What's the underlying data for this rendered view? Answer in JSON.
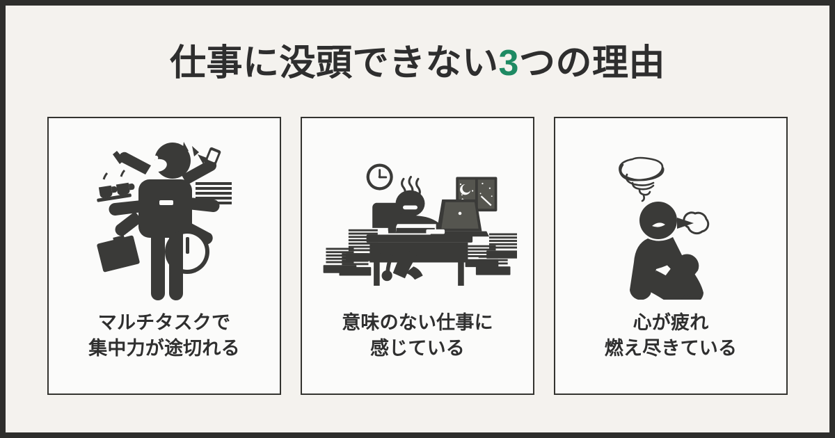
{
  "frame": {
    "border_color": "#2e2e2c",
    "background_color": "#f4f2ee"
  },
  "header": {
    "title_before": "仕事に没頭できない",
    "title_accent": "3",
    "title_after": "つの理由",
    "title_full": "仕事に没頭できない3つの理由",
    "accent_color": "#1e8a63",
    "text_color": "#2e2e2e"
  },
  "cards": [
    {
      "id": "card-1",
      "illustration_name": "multitasking-person-illustration",
      "illustration_description": "棒人間が複数の腕でペン・スマホ・コーヒー・書類・カバン・時計を持つ",
      "caption": "マルチタスクで\n集中力が途切れる"
    },
    {
      "id": "card-2",
      "illustration_name": "desk-overwork-illustration",
      "illustration_description": "深夜にデスクでノートパソコンに向かい書類の山に囲まれる人",
      "caption": "意味のない仕事に\n感じている"
    },
    {
      "id": "card-3",
      "illustration_name": "burnout-person-illustration",
      "illustration_description": "頭にもやもやの渦を浮かべ、ため息をついて座り込む人",
      "caption": "心が疲れ\n燃え尽きている"
    }
  ],
  "style": {
    "card_border_color": "#33332f",
    "card_background": "#fbfbfa",
    "illustration_color": "#3a3a38"
  }
}
